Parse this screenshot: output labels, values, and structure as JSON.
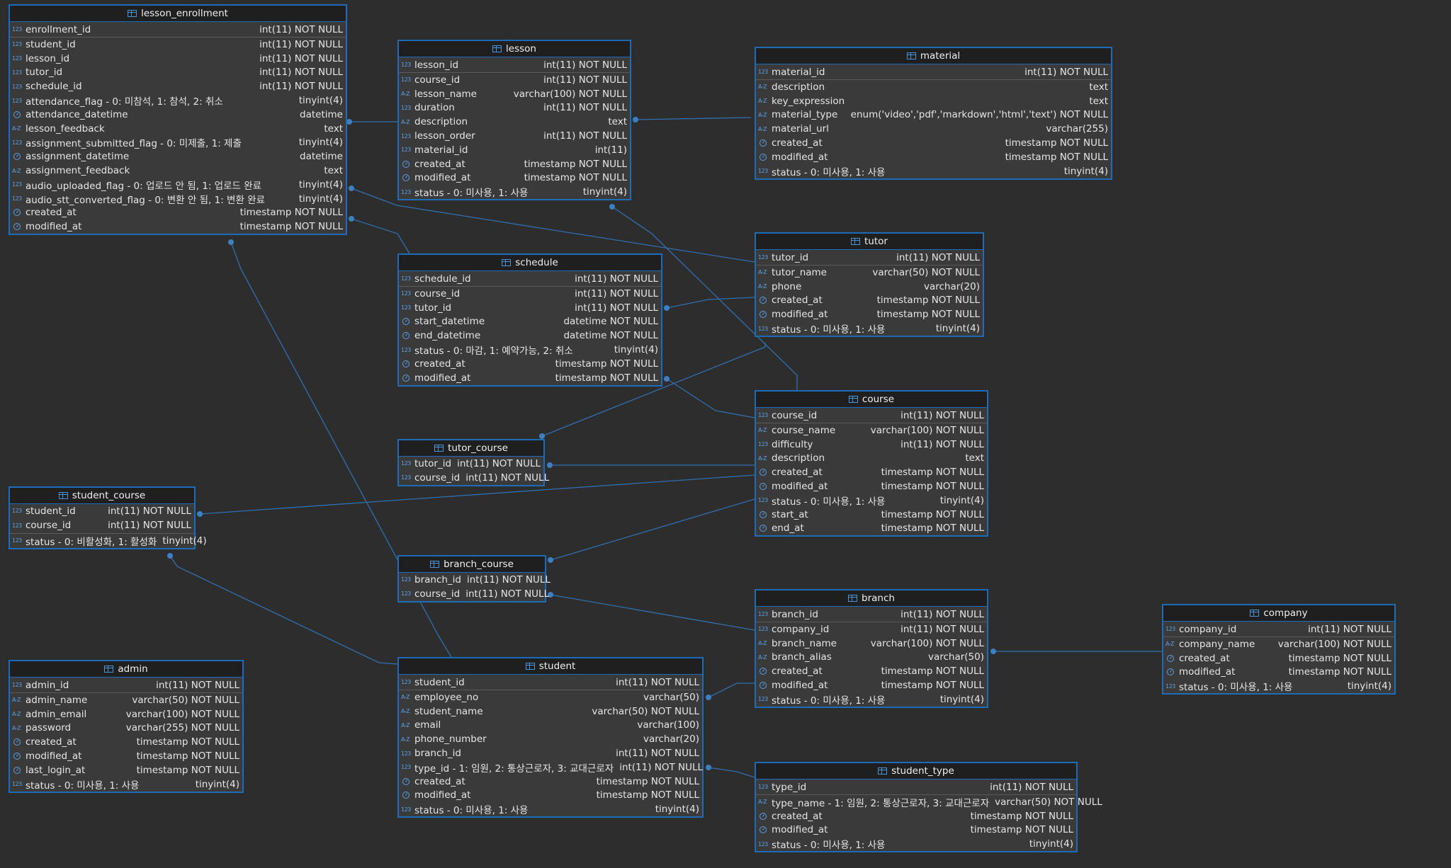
{
  "tables": [
    {
      "name": "lesson_enrollment",
      "columns": [
        {
          "icon": "numeric",
          "name": "enrollment_id",
          "type": "int(11) NOT NULL",
          "pk": true
        },
        {
          "icon": "numeric",
          "name": "student_id",
          "type": "int(11) NOT NULL"
        },
        {
          "icon": "numeric",
          "name": "lesson_id",
          "type": "int(11) NOT NULL"
        },
        {
          "icon": "numeric",
          "name": "tutor_id",
          "type": "int(11) NOT NULL"
        },
        {
          "icon": "numeric",
          "name": "schedule_id",
          "type": "int(11) NOT NULL"
        },
        {
          "icon": "numeric",
          "name": "attendance_flag - 0: 미참석, 1: 참석, 2: 취소",
          "type": "tinyint(4)"
        },
        {
          "icon": "datetime",
          "name": "attendance_datetime",
          "type": "datetime"
        },
        {
          "icon": "text",
          "name": "lesson_feedback",
          "type": "text"
        },
        {
          "icon": "numeric",
          "name": "assignment_submitted_flag - 0: 미제출, 1: 제출",
          "type": "tinyint(4)"
        },
        {
          "icon": "datetime",
          "name": "assignment_datetime",
          "type": "datetime"
        },
        {
          "icon": "text",
          "name": "assignment_feedback",
          "type": "text"
        },
        {
          "icon": "numeric",
          "name": "audio_uploaded_flag - 0: 업로드 안 됨, 1: 업로드 완료",
          "type": "tinyint(4)"
        },
        {
          "icon": "numeric",
          "name": "audio_stt_converted_flag - 0: 변환 안 됨, 1: 변환 완료",
          "type": "tinyint(4)"
        },
        {
          "icon": "datetime",
          "name": "created_at",
          "type": "timestamp NOT NULL"
        },
        {
          "icon": "datetime",
          "name": "modified_at",
          "type": "timestamp NOT NULL"
        }
      ]
    },
    {
      "name": "lesson",
      "columns": [
        {
          "icon": "numeric",
          "name": "lesson_id",
          "type": "int(11) NOT NULL",
          "pk": true
        },
        {
          "icon": "numeric",
          "name": "course_id",
          "type": "int(11) NOT NULL"
        },
        {
          "icon": "text",
          "name": "lesson_name",
          "type": "varchar(100) NOT NULL"
        },
        {
          "icon": "numeric",
          "name": "duration",
          "type": "int(11) NOT NULL"
        },
        {
          "icon": "text",
          "name": "description",
          "type": "text"
        },
        {
          "icon": "numeric",
          "name": "lesson_order",
          "type": "int(11) NOT NULL"
        },
        {
          "icon": "numeric",
          "name": "material_id",
          "type": "int(11)"
        },
        {
          "icon": "datetime",
          "name": "created_at",
          "type": "timestamp NOT NULL"
        },
        {
          "icon": "datetime",
          "name": "modified_at",
          "type": "timestamp NOT NULL"
        },
        {
          "icon": "numeric",
          "name": "status - 0: 미사용, 1: 사용",
          "type": "tinyint(4)"
        }
      ]
    },
    {
      "name": "material",
      "columns": [
        {
          "icon": "numeric",
          "name": "material_id",
          "type": "int(11) NOT NULL",
          "pk": true
        },
        {
          "icon": "text",
          "name": "description",
          "type": "text"
        },
        {
          "icon": "text",
          "name": "key_expression",
          "type": "text"
        },
        {
          "icon": "text",
          "name": "material_type",
          "type": "enum('video','pdf','markdown','html','text') NOT NULL"
        },
        {
          "icon": "text",
          "name": "material_url",
          "type": "varchar(255)"
        },
        {
          "icon": "datetime",
          "name": "created_at",
          "type": "timestamp NOT NULL"
        },
        {
          "icon": "datetime",
          "name": "modified_at",
          "type": "timestamp NOT NULL"
        },
        {
          "icon": "numeric",
          "name": "status - 0: 미사용, 1: 사용",
          "type": "tinyint(4)"
        }
      ]
    },
    {
      "name": "tutor",
      "columns": [
        {
          "icon": "numeric",
          "name": "tutor_id",
          "type": "int(11) NOT NULL",
          "pk": true
        },
        {
          "icon": "text",
          "name": "tutor_name",
          "type": "varchar(50) NOT NULL"
        },
        {
          "icon": "text",
          "name": "phone",
          "type": "varchar(20)"
        },
        {
          "icon": "datetime",
          "name": "created_at",
          "type": "timestamp NOT NULL"
        },
        {
          "icon": "datetime",
          "name": "modified_at",
          "type": "timestamp NOT NULL"
        },
        {
          "icon": "numeric",
          "name": "status - 0: 미사용, 1: 사용",
          "type": "tinyint(4)"
        }
      ]
    },
    {
      "name": "schedule",
      "columns": [
        {
          "icon": "numeric",
          "name": "schedule_id",
          "type": "int(11) NOT NULL",
          "pk": true
        },
        {
          "icon": "numeric",
          "name": "course_id",
          "type": "int(11) NOT NULL"
        },
        {
          "icon": "numeric",
          "name": "tutor_id",
          "type": "int(11) NOT NULL"
        },
        {
          "icon": "datetime",
          "name": "start_datetime",
          "type": "datetime NOT NULL"
        },
        {
          "icon": "datetime",
          "name": "end_datetime",
          "type": "datetime NOT NULL"
        },
        {
          "icon": "numeric",
          "name": "status - 0: 마감, 1: 예약가능, 2: 취소",
          "type": "tinyint(4)"
        },
        {
          "icon": "datetime",
          "name": "created_at",
          "type": "timestamp NOT NULL"
        },
        {
          "icon": "datetime",
          "name": "modified_at",
          "type": "timestamp NOT NULL"
        }
      ]
    },
    {
      "name": "course",
      "columns": [
        {
          "icon": "numeric",
          "name": "course_id",
          "type": "int(11) NOT NULL",
          "pk": true
        },
        {
          "icon": "text",
          "name": "course_name",
          "type": "varchar(100) NOT NULL"
        },
        {
          "icon": "numeric",
          "name": "difficulty",
          "type": "int(11) NOT NULL"
        },
        {
          "icon": "text",
          "name": "description",
          "type": "text"
        },
        {
          "icon": "datetime",
          "name": "created_at",
          "type": "timestamp NOT NULL"
        },
        {
          "icon": "datetime",
          "name": "modified_at",
          "type": "timestamp NOT NULL"
        },
        {
          "icon": "numeric",
          "name": "status - 0: 미사용, 1: 사용",
          "type": "tinyint(4)"
        },
        {
          "icon": "datetime",
          "name": "start_at",
          "type": "timestamp NOT NULL"
        },
        {
          "icon": "datetime",
          "name": "end_at",
          "type": "timestamp NOT NULL"
        }
      ]
    },
    {
      "name": "tutor_course",
      "columns": [
        {
          "icon": "numeric",
          "name": "tutor_id",
          "type": "int(11) NOT NULL"
        },
        {
          "icon": "numeric",
          "name": "course_id",
          "type": "int(11) NOT NULL"
        }
      ]
    },
    {
      "name": "student_course",
      "columns": [
        {
          "icon": "numeric",
          "name": "student_id",
          "type": "int(11) NOT NULL"
        },
        {
          "icon": "numeric",
          "name": "course_id",
          "type": "int(11) NOT NULL",
          "pk": true
        },
        {
          "icon": "numeric",
          "name": "status - 0: 비활성화, 1: 활성화",
          "type": "tinyint(4)"
        }
      ]
    },
    {
      "name": "branch_course",
      "columns": [
        {
          "icon": "numeric",
          "name": "branch_id",
          "type": "int(11) NOT NULL"
        },
        {
          "icon": "numeric",
          "name": "course_id",
          "type": "int(11) NOT NULL"
        }
      ]
    },
    {
      "name": "branch",
      "columns": [
        {
          "icon": "numeric",
          "name": "branch_id",
          "type": "int(11) NOT NULL",
          "pk": true
        },
        {
          "icon": "numeric",
          "name": "company_id",
          "type": "int(11) NOT NULL"
        },
        {
          "icon": "text",
          "name": "branch_name",
          "type": "varchar(100) NOT NULL"
        },
        {
          "icon": "text",
          "name": "branch_alias",
          "type": "varchar(50)"
        },
        {
          "icon": "datetime",
          "name": "created_at",
          "type": "timestamp NOT NULL"
        },
        {
          "icon": "datetime",
          "name": "modified_at",
          "type": "timestamp NOT NULL"
        },
        {
          "icon": "numeric",
          "name": "status - 0: 미사용, 1: 사용",
          "type": "tinyint(4)"
        }
      ]
    },
    {
      "name": "company",
      "columns": [
        {
          "icon": "numeric",
          "name": "company_id",
          "type": "int(11) NOT NULL",
          "pk": true
        },
        {
          "icon": "text",
          "name": "company_name",
          "type": "varchar(100) NOT NULL"
        },
        {
          "icon": "datetime",
          "name": "created_at",
          "type": "timestamp NOT NULL"
        },
        {
          "icon": "datetime",
          "name": "modified_at",
          "type": "timestamp NOT NULL"
        },
        {
          "icon": "numeric",
          "name": "status - 0: 미사용, 1: 사용",
          "type": "tinyint(4)"
        }
      ]
    },
    {
      "name": "admin",
      "columns": [
        {
          "icon": "numeric",
          "name": "admin_id",
          "type": "int(11) NOT NULL",
          "pk": true
        },
        {
          "icon": "text",
          "name": "admin_name",
          "type": "varchar(50) NOT NULL"
        },
        {
          "icon": "text",
          "name": "admin_email",
          "type": "varchar(100) NOT NULL"
        },
        {
          "icon": "text",
          "name": "password",
          "type": "varchar(255) NOT NULL"
        },
        {
          "icon": "datetime",
          "name": "created_at",
          "type": "timestamp NOT NULL"
        },
        {
          "icon": "datetime",
          "name": "modified_at",
          "type": "timestamp NOT NULL"
        },
        {
          "icon": "datetime",
          "name": "last_login_at",
          "type": "timestamp NOT NULL"
        },
        {
          "icon": "numeric",
          "name": "status - 0: 미사용, 1: 사용",
          "type": "tinyint(4)"
        }
      ]
    },
    {
      "name": "student",
      "columns": [
        {
          "icon": "numeric",
          "name": "student_id",
          "type": "int(11) NOT NULL",
          "pk": true
        },
        {
          "icon": "text",
          "name": "employee_no",
          "type": "varchar(50)"
        },
        {
          "icon": "text",
          "name": "student_name",
          "type": "varchar(50) NOT NULL"
        },
        {
          "icon": "text",
          "name": "email",
          "type": "varchar(100)"
        },
        {
          "icon": "text",
          "name": "phone_number",
          "type": "varchar(20)"
        },
        {
          "icon": "numeric",
          "name": "branch_id",
          "type": "int(11) NOT NULL"
        },
        {
          "icon": "numeric",
          "name": "type_id - 1: 임원, 2: 통상근로자, 3: 교대근로자",
          "type": "int(11) NOT NULL"
        },
        {
          "icon": "datetime",
          "name": "created_at",
          "type": "timestamp NOT NULL"
        },
        {
          "icon": "datetime",
          "name": "modified_at",
          "type": "timestamp NOT NULL"
        },
        {
          "icon": "numeric",
          "name": "status - 0: 미사용, 1: 사용",
          "type": "tinyint(4)"
        }
      ]
    },
    {
      "name": "student_type",
      "columns": [
        {
          "icon": "numeric",
          "name": "type_id",
          "type": "int(11) NOT NULL",
          "pk": true
        },
        {
          "icon": "text",
          "name": "type_name - 1: 임원, 2: 통상근로자, 3: 교대근로자",
          "type": "varchar(50) NOT NULL"
        },
        {
          "icon": "datetime",
          "name": "created_at",
          "type": "timestamp NOT NULL"
        },
        {
          "icon": "datetime",
          "name": "modified_at",
          "type": "timestamp NOT NULL"
        },
        {
          "icon": "numeric",
          "name": "status - 0: 미사용, 1: 사용",
          "type": "tinyint(4)"
        }
      ]
    }
  ],
  "relations": [
    {
      "from": "lesson_enrollment",
      "to": "lesson"
    },
    {
      "from": "lesson_enrollment",
      "to": "tutor"
    },
    {
      "from": "lesson_enrollment",
      "to": "schedule"
    },
    {
      "from": "lesson_enrollment",
      "to": "student"
    },
    {
      "from": "lesson",
      "to": "material"
    },
    {
      "from": "lesson",
      "to": "course"
    },
    {
      "from": "schedule",
      "to": "tutor"
    },
    {
      "from": "schedule",
      "to": "course"
    },
    {
      "from": "tutor_course",
      "to": "tutor"
    },
    {
      "from": "tutor_course",
      "to": "course"
    },
    {
      "from": "student_course",
      "to": "course"
    },
    {
      "from": "student_course",
      "to": "student"
    },
    {
      "from": "branch_course",
      "to": "course"
    },
    {
      "from": "branch_course",
      "to": "branch"
    },
    {
      "from": "student",
      "to": "branch"
    },
    {
      "from": "student",
      "to": "student_type"
    },
    {
      "from": "branch",
      "to": "company"
    }
  ],
  "icon_types": {
    "numeric": "123",
    "text": "A-Z",
    "datetime": "clock-icon"
  },
  "colors": {
    "background": "#2d2d2d",
    "table_border": "#1e6bb8",
    "link": "#2f6fb0",
    "header": "#1f1f1f",
    "body": "#3a3a3a"
  }
}
